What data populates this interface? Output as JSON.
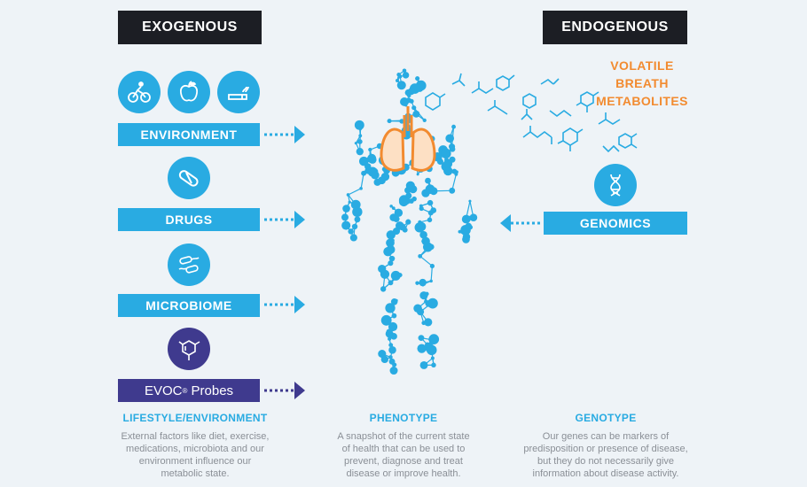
{
  "headers": {
    "exogenous": "EXOGENOUS",
    "endogenous": "ENDOGENOUS"
  },
  "bars": {
    "environment": "ENVIRONMENT",
    "drugs": "DRUGS",
    "microbiome": "MICROBIOME",
    "evoc_main": "EVOC",
    "evoc_sup": "®",
    "evoc_rest": " Probes",
    "genomics": "GENOMICS"
  },
  "volatile": [
    "VOLATILE",
    "BREATH",
    "METABOLITES"
  ],
  "columns": {
    "lifestyle": {
      "title": "LIFESTYLE/ENVIRONMENT",
      "lines": [
        "External factors like diet, exercise,",
        "medications, microbiota and our",
        "environment influence our",
        "metabolic state."
      ]
    },
    "phenotype": {
      "title": "PHENOTYPE",
      "lines": [
        "A snapshot of the current state",
        "of health that can be used to",
        "prevent, diagnose and treat",
        "disease or improve health."
      ]
    },
    "genotype": {
      "title": "GENOTYPE",
      "lines": [
        "Our genes can be markers of",
        "predisposition or presence of disease,",
        "but they do not necessarily give",
        "information about disease activity."
      ]
    }
  },
  "colors": {
    "blue": "#29abe2",
    "purple": "#3f3a8e",
    "orange": "#f28b30",
    "dark": "#1c1e24",
    "text": "#8a8f96"
  },
  "icons": [
    "cyclist-icon",
    "apple-icon",
    "cigarette-icon",
    "pill-icon",
    "bacteria-icon",
    "molecule-icon",
    "dna-icon",
    "lungs-icon"
  ]
}
